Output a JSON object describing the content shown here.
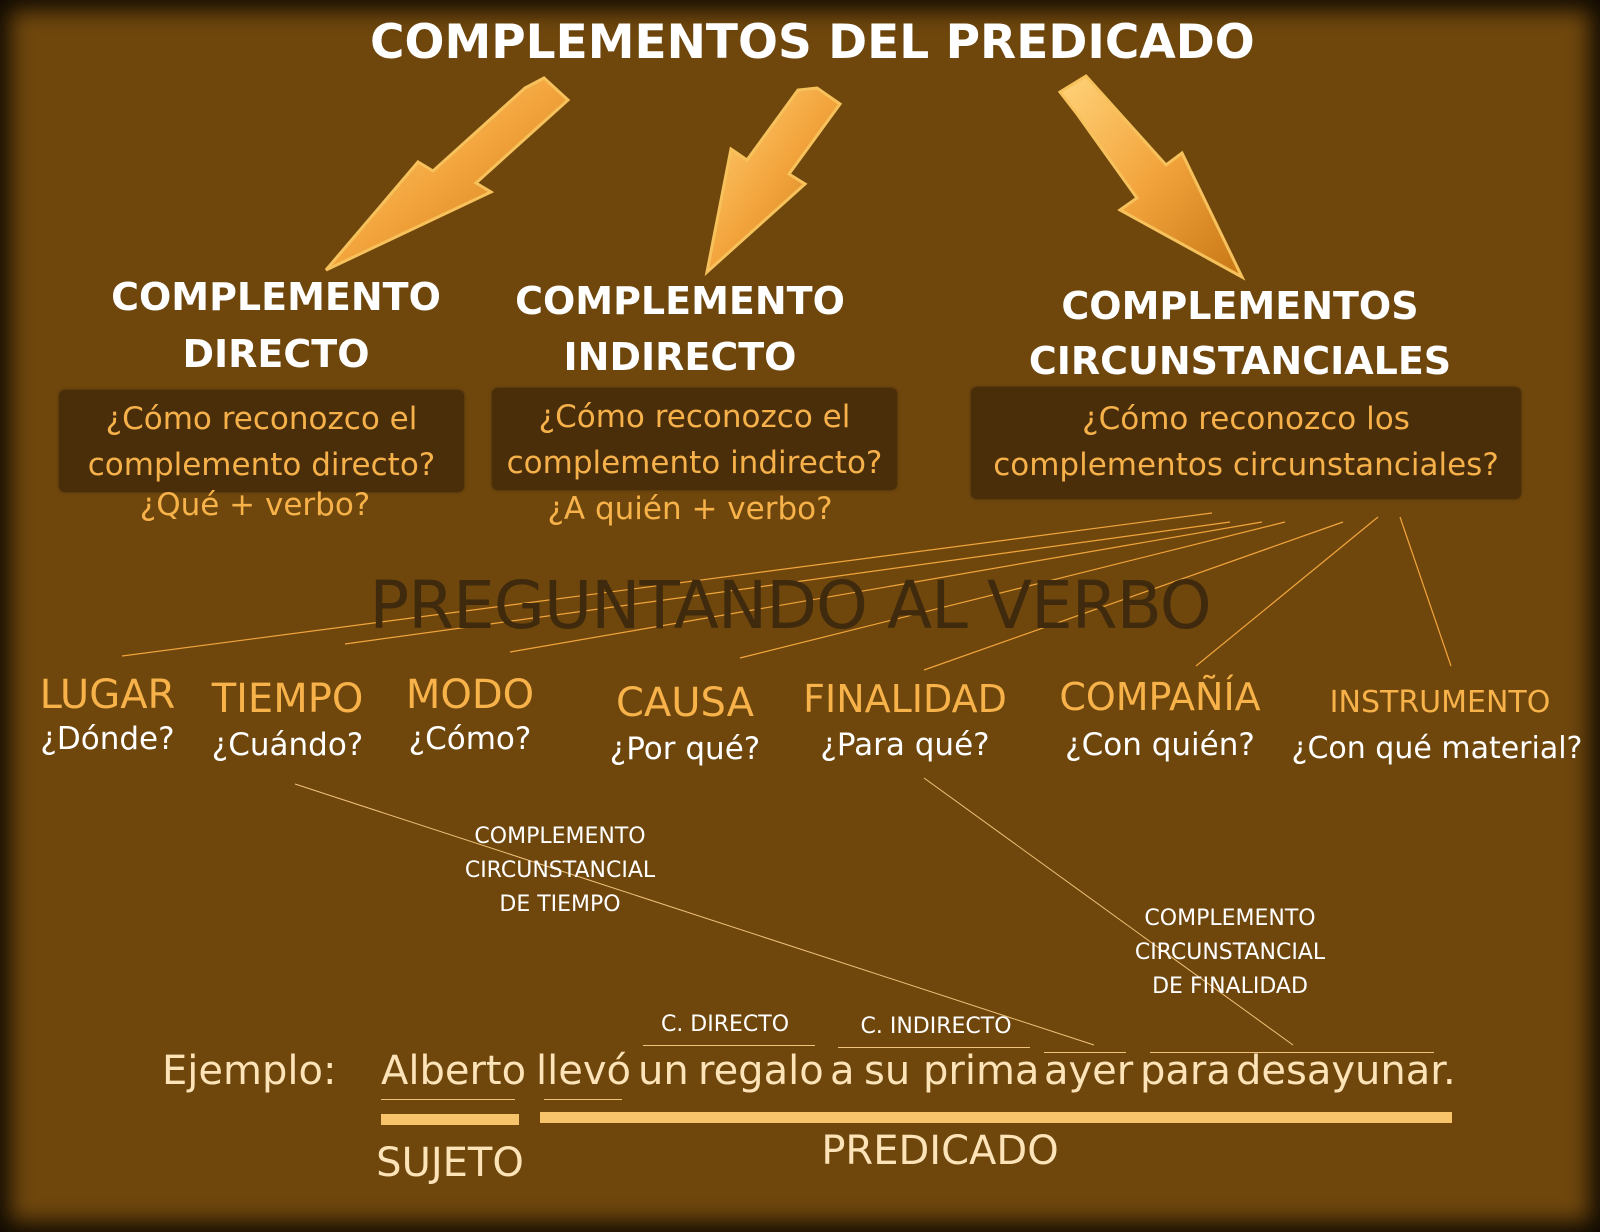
{
  "title": "COMPLEMENTOS DEL PREDICADO",
  "branches": [
    {
      "heading_lines": [
        "COMPLEMENTO",
        "DIRECTO"
      ],
      "question_lines": [
        "¿Cómo reconozco el",
        "complemento directo?"
      ],
      "test": "¿Qué + verbo?"
    },
    {
      "heading_lines": [
        "COMPLEMENTO",
        "INDIRECTO"
      ],
      "question_lines": [
        "¿Cómo reconozco el",
        "complemento indirecto?"
      ],
      "test": "¿A quién + verbo?"
    },
    {
      "heading_lines": [
        "COMPLEMENTOS",
        "CIRCUNSTANCIALES"
      ],
      "question_lines": [
        "¿Cómo reconozco los",
        "complementos circunstanciales?"
      ],
      "test": ""
    }
  ],
  "method": "PREGUNTANDO AL VERBO",
  "circumstantial_types": [
    {
      "name": "LUGAR",
      "question": "¿Dónde?"
    },
    {
      "name": "TIEMPO",
      "question": "¿Cuándo?"
    },
    {
      "name": "MODO",
      "question": "¿Cómo?"
    },
    {
      "name": "CAUSA",
      "question": "¿Por qué?"
    },
    {
      "name": "FINALIDAD",
      "question": "¿Para qué?"
    },
    {
      "name": "COMPAÑÍA",
      "question": "¿Con quién?"
    },
    {
      "name": "INSTRUMENTO",
      "question": "¿Con qué material?"
    }
  ],
  "callouts": {
    "tiempo": [
      "COMPLEMENTO",
      "CIRCUNSTANCIAL",
      "DE TIEMPO"
    ],
    "finalidad": [
      "COMPLEMENTO",
      "CIRCUNSTANCIAL",
      "DE FINALIDAD"
    ],
    "directo": "C. DIRECTO",
    "indirecto": "C. INDIRECTO"
  },
  "example": {
    "label": "Ejemplo:",
    "words": [
      "Alberto",
      "llevó",
      "un",
      "regalo",
      "a",
      "su",
      "prima",
      "ayer",
      "para",
      "desayunar."
    ],
    "subject_label": "SUJETO",
    "predicate_label": "PREDICADO"
  },
  "colors": {
    "background": "#6f470d",
    "accent": "#f7b24a",
    "question_box": "#4a2e0a"
  }
}
